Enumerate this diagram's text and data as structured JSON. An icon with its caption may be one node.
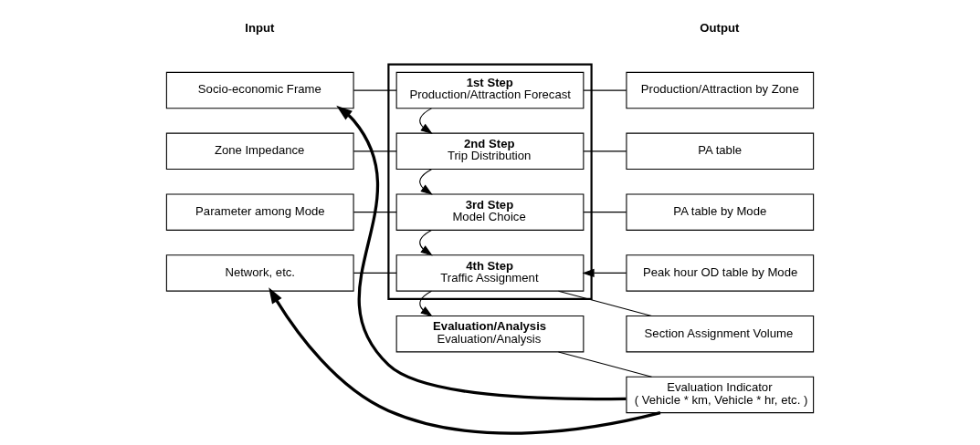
{
  "diagram": {
    "nodes": [
      {
        "text": [],
        "shape": "box"
      },
      {
        "text": [
          "Socio-economic Frame"
        ]
      },
      {
        "text": [
          "1st Step",
          "Production/Attraction Forecast"
        ],
        "in": 0
      },
      {
        "text": [
          "Production/Attraction by Zone"
        ]
      },
      {
        "text": [
          "Zone Impedance"
        ]
      },
      {
        "text": [
          "2nd Step",
          "Trip Distribution"
        ],
        "in": 0
      },
      {
        "text": [
          "PA table"
        ]
      },
      {
        "text": [
          "Parameter among Mode"
        ]
      },
      {
        "text": [
          "3rd Step",
          "Model Choice"
        ],
        "in": 0
      },
      {
        "text": [
          "PA table by Mode"
        ]
      },
      {
        "text": [
          "Peak hour OD table by Mode"
        ]
      },
      {
        "text": [
          "Network, etc."
        ]
      },
      {
        "text": [
          "4th Step",
          "Traffic Assignment"
        ],
        "in": 0
      },
      {
        "text": [
          "Section Assignment Volume"
        ]
      },
      {
        "text": [
          "Evaluation/Analysis",
          "Evaluation/Analysis"
        ]
      },
      {
        "text": [
          "Evaluation Indicator",
          "( Vehicle * km, Vehicle * hr, etc. )"
        ]
      }
    ],
    "edges": [
      {
        "from": 1,
        "to": 2,
        "arrow": "none"
      },
      {
        "from": 2,
        "to": 3,
        "arrow": "none"
      },
      {
        "from": 4,
        "to": 5,
        "arrow": "none"
      },
      {
        "from": 5,
        "to": 6,
        "arrow": "none"
      },
      {
        "from": 7,
        "to": 8,
        "arrow": "none"
      },
      {
        "from": 8,
        "to": 9,
        "arrow": "none"
      },
      {
        "from": 11,
        "to": 12,
        "arrow": "none"
      },
      {
        "from": 12,
        "to": 13,
        "arrow": "none"
      },
      {
        "from": 14,
        "to": 15,
        "arrow": "none"
      },
      {
        "from": 2,
        "to": 5,
        "arrow": "to"
      },
      {
        "from": 5,
        "to": 8,
        "arrow": "to"
      },
      {
        "from": 8,
        "to": 12,
        "arrow": "to"
      },
      {
        "from": 12,
        "to": 14,
        "arrow": "to"
      },
      {
        "from": 10,
        "to": 12,
        "arrow": "to"
      },
      {
        "from": 15,
        "to": 11,
        "arrow": "to",
        "style": "thick"
      },
      {
        "from": 15,
        "to": 1,
        "arrow": "to",
        "style": "thick"
      }
    ],
    "labels": [
      "Input",
      "Output"
    ]
  }
}
